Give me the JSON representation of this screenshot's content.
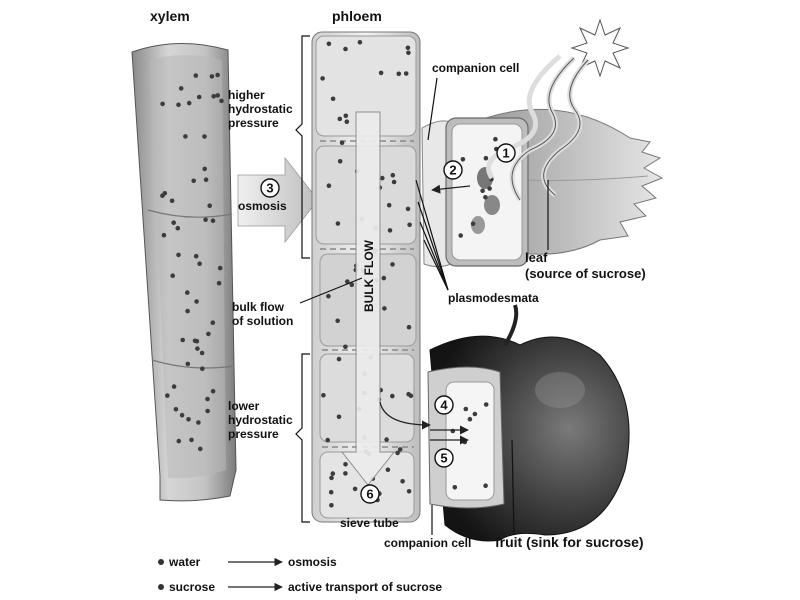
{
  "columns": {
    "xylem": "xylem",
    "phloem": "phloem"
  },
  "labels": {
    "companion_cell_top": "companion cell",
    "higher_pressure": [
      "higher",
      "hydrostatic",
      "pressure"
    ],
    "osmosis": "osmosis",
    "bulk_flow_arrow": "BULK FLOW",
    "bulk_flow_solution": [
      "bulk flow",
      "of solution"
    ],
    "leaf": [
      "leaf",
      "(source of sucrose)"
    ],
    "plasmodesmata": "plasmodesmata",
    "lower_pressure": [
      "lower",
      "hydrostatic",
      "pressure"
    ],
    "sieve_tube": "sieve tube",
    "companion_cell_bottom": "companion cell",
    "fruit": "fruit (sink for sucrose)"
  },
  "steps": [
    "1",
    "2",
    "3",
    "4",
    "5",
    "6"
  ],
  "legend": [
    {
      "symbol": "water",
      "arrow": "osmosis"
    },
    {
      "symbol": "sucrose",
      "arrow": "active transport of sucrose"
    }
  ]
}
